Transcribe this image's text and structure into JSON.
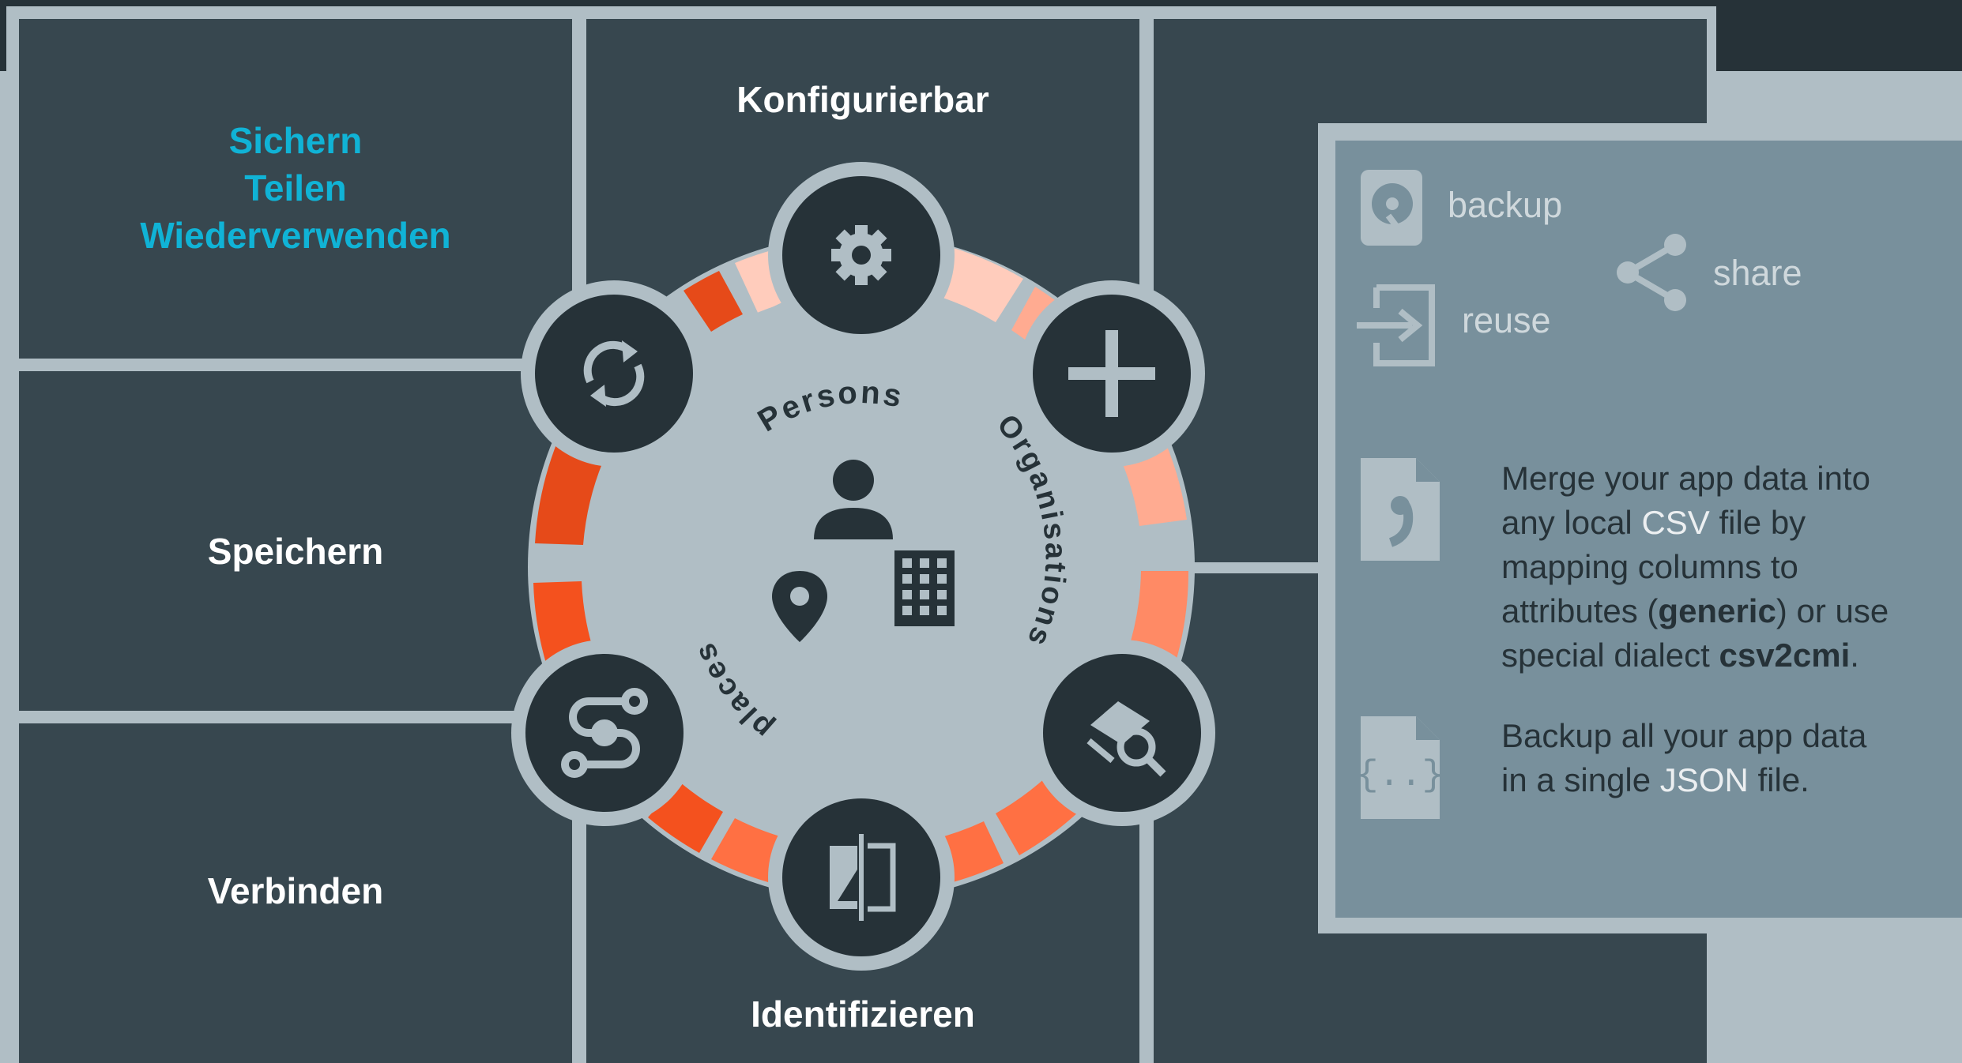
{
  "left_labels": {
    "top": [
      "Sichern",
      "Teilen",
      "Wiederverwenden"
    ],
    "middle": "Speichern",
    "bottom": "Verbinden"
  },
  "center_labels": {
    "top": "Konfigurierbar",
    "bottom": "Identifizieren"
  },
  "ring_labels": {
    "persons": "Persons",
    "organisations": "Organisations",
    "places": "places"
  },
  "info_panel": {
    "icons": {
      "backup": "backup",
      "reuse": "reuse",
      "share": "share"
    },
    "csv_text": {
      "line1": "Merge your app data into",
      "line2_pre": "any local ",
      "line2_hl": "CSV",
      "line2_post": " file by",
      "line3": "mapping columns to",
      "line4_pre": "attributes (",
      "line4_bold": "generic",
      "line4_post": ") or use",
      "line5_pre": "special dialect ",
      "line5_bold": "csv2cmi",
      "line5_post": "."
    },
    "json_text": {
      "line1": "Backup all your app data",
      "line2_pre": "in a single ",
      "line2_hl": "JSON",
      "line2_post": " file."
    }
  },
  "colors": {
    "panel": "#37474f",
    "background": "#b0bec5",
    "dark": "#263238",
    "accent": "#10b3d6",
    "info": "#78909c",
    "ring_segments": [
      "#e64a19",
      "#ff7043",
      "#ffab91",
      "#ffccbc"
    ]
  },
  "icon_names": [
    "gear-icon",
    "plus-icon",
    "search-collection-icon",
    "compare-icon",
    "route-icon",
    "sync-icon",
    "person-icon",
    "building-icon",
    "location-pin-icon",
    "disk-icon",
    "import-icon",
    "share-icon",
    "csv-file-icon",
    "json-file-icon"
  ]
}
